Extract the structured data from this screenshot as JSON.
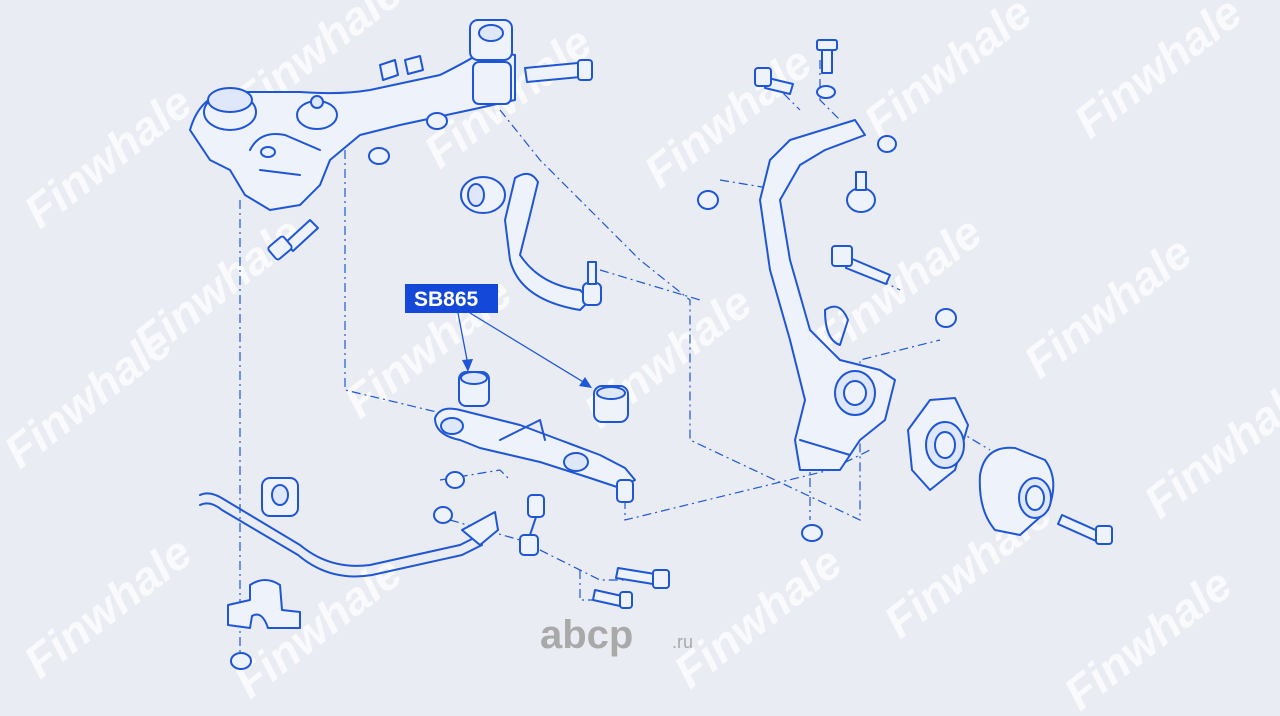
{
  "diagram": {
    "part_label": "SB865",
    "watermark_text": "Finwhale",
    "site_logo": {
      "name": "abcp",
      "text": "abcp",
      "suffix": ".ru"
    },
    "colors": {
      "line": "#1f56d6",
      "label_background": "#1448d8",
      "label_text": "#ffffff",
      "watermark": "#ffffff",
      "background": "#e9ecf2",
      "logo": "#a9a9a9"
    }
  }
}
